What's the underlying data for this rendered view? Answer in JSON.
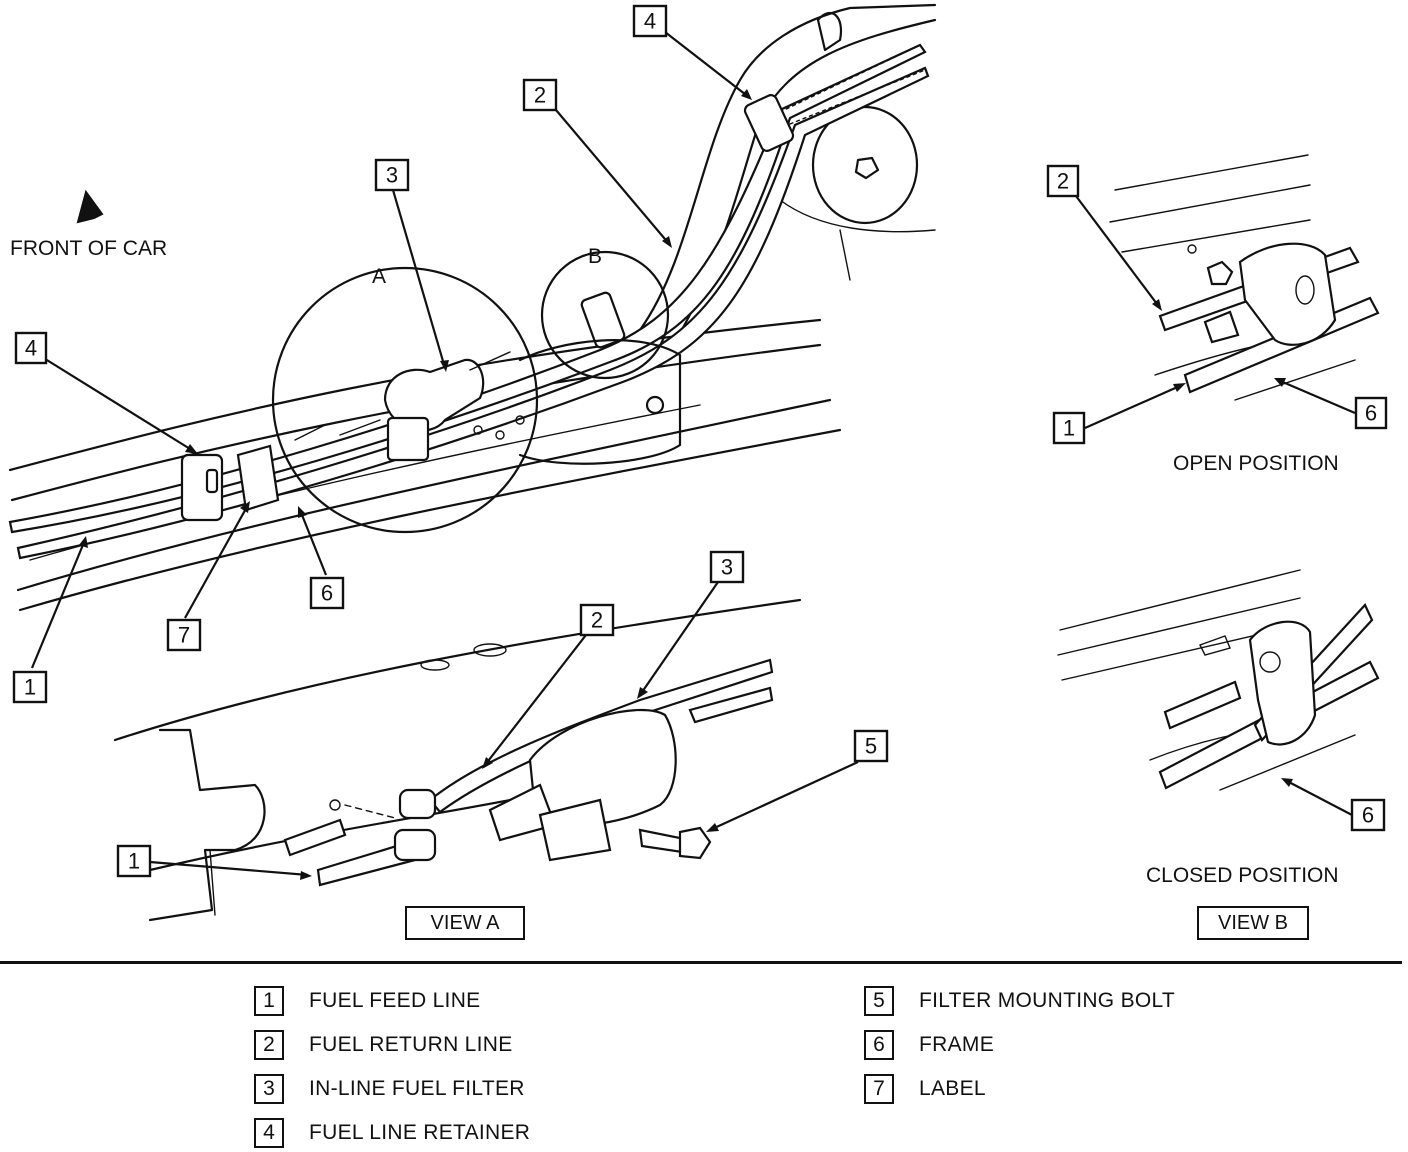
{
  "diagram": {
    "front_label": "FRONT OF CAR",
    "detail_a_letter": "A",
    "detail_b_letter": "B",
    "callouts": {
      "main_4_left": "4",
      "main_4_top": "4",
      "main_2": "2",
      "main_3": "3",
      "main_1": "1",
      "main_6": "6",
      "main_7": "7",
      "viewa_2": "2",
      "viewa_3": "3",
      "viewa_1": "1",
      "viewa_5": "5",
      "open_2": "2",
      "open_1": "1",
      "open_6": "6",
      "closed_6": "6"
    },
    "open_position_label": "OPEN POSITION",
    "closed_position_label": "CLOSED POSITION",
    "view_a_label": "VIEW A",
    "view_b_label": "VIEW B"
  },
  "legend": {
    "items": [
      {
        "num": "1",
        "label": "FUEL FEED LINE"
      },
      {
        "num": "2",
        "label": "FUEL RETURN LINE"
      },
      {
        "num": "3",
        "label": "IN-LINE FUEL FILTER"
      },
      {
        "num": "4",
        "label": "FUEL LINE RETAINER"
      },
      {
        "num": "5",
        "label": "FILTER MOUNTING BOLT"
      },
      {
        "num": "6",
        "label": "FRAME"
      },
      {
        "num": "7",
        "label": "LABEL"
      }
    ]
  }
}
